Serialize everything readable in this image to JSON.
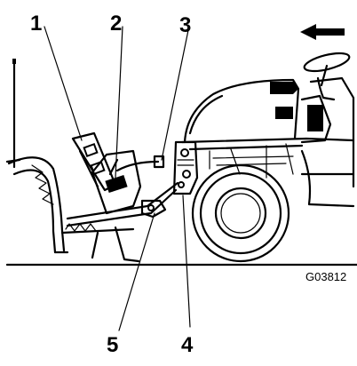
{
  "callouts": [
    "1",
    "2",
    "3",
    "4",
    "5"
  ],
  "figure_id": "G03812",
  "icons": {
    "direction": "left-arrow-icon"
  }
}
